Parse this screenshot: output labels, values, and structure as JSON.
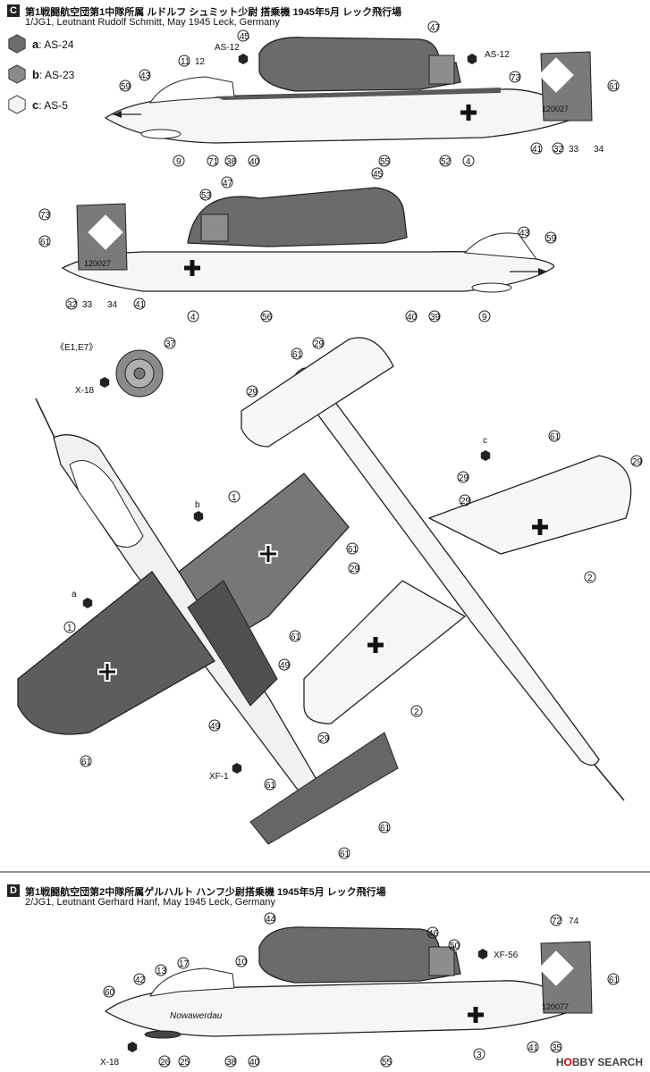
{
  "section_c": {
    "badge": "C",
    "title_jp": "第1戦闘航空団第1中隊所属 ルドルフ シュミット少尉 搭乗機 1945年5月 レック飛行場",
    "title_en": "1/JG1, Leutnant Rudolf Schmitt, May 1945 Leck, Germany",
    "serial": "120027"
  },
  "legend": [
    {
      "letter": "a",
      "code": "AS-24",
      "color": "#6d6d6d"
    },
    {
      "letter": "b",
      "code": "AS-23",
      "color": "#8a8a8a"
    },
    {
      "letter": "c",
      "code": "AS-5",
      "color": "#f4f4f4"
    }
  ],
  "paints": {
    "as12": "AS-12",
    "x18": "X-18",
    "xf1": "XF-1",
    "xf56": "XF-56"
  },
  "wheel_label": "《E1,E7》",
  "paint_letters": {
    "a": "a",
    "b": "b",
    "c": "c"
  },
  "side1_callouts": [
    "45",
    "47",
    "11",
    "12",
    "43",
    "59",
    "9",
    "71",
    "38",
    "40",
    "55",
    "52",
    "4",
    "73",
    "61",
    "41",
    "32",
    "33",
    "34"
  ],
  "side2_callouts": [
    "53",
    "47",
    "45",
    "73",
    "61",
    "32",
    "33",
    "34",
    "41",
    "4",
    "56",
    "40",
    "39",
    "9",
    "43",
    "59"
  ],
  "plan_callouts": {
    "top_view": [
      "1",
      "1",
      "61",
      "61",
      "49",
      "49",
      "61",
      "61",
      "61"
    ],
    "bottom_view": [
      "61",
      "29",
      "29",
      "29",
      "29",
      "61",
      "29",
      "29",
      "29",
      "2",
      "61",
      "2",
      "29"
    ]
  },
  "section_d": {
    "badge": "D",
    "title_jp": "第1戦闘航空団第2中隊所属ゲルハルト ハンフ少尉搭乗機 1945年5月 レック飛行場",
    "title_en": "2/JG1, Leutnant Gerhard Hanf, May 1945 Leck, Germany",
    "serial": "120077",
    "nose_script": "Nowawerdau",
    "callouts": [
      "44",
      "46",
      "50",
      "72",
      "74",
      "42",
      "13",
      "17",
      "10",
      "60",
      "61",
      "35",
      "41",
      "3",
      "55",
      "40",
      "38",
      "25",
      "26"
    ]
  },
  "watermark": {
    "prefix": "H",
    "o": "O",
    "rest": "BBY SEARCH"
  }
}
